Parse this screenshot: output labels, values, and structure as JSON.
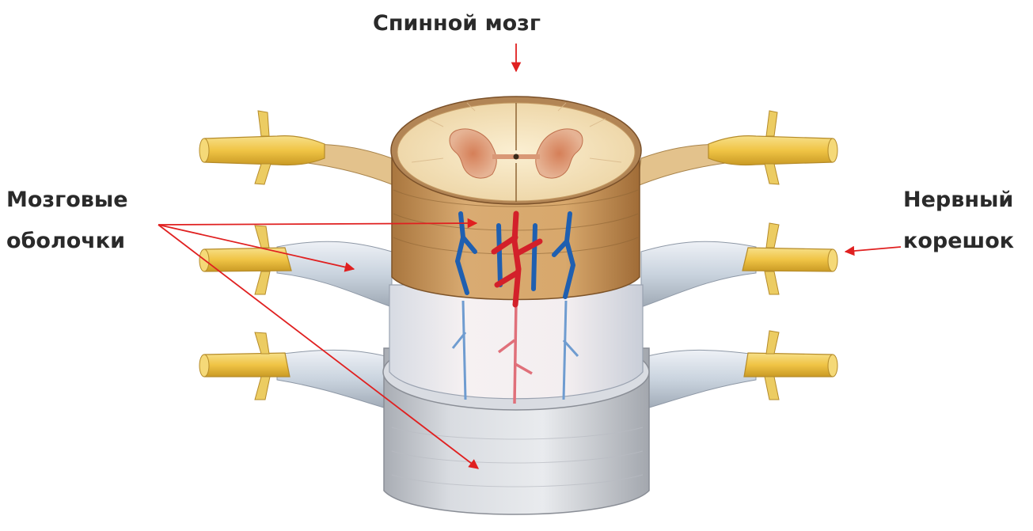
{
  "labels": {
    "spinal_cord": "Спинной мозг",
    "meninges_line1": "Мозговые",
    "meninges_line2": "оболочки",
    "nerve_root_line1": "Нервный",
    "nerve_root_line2": "корешок"
  },
  "colors": {
    "arrow": "#e02020",
    "nerve": "#f0cc55",
    "white_matter": "#f3dfb4",
    "gray_matter": "#d9956a",
    "pia_surface": "#c9935a",
    "arachnoid": "#eef0f5",
    "dura": "#cfd2d8",
    "vein": "#1f5fb0",
    "artery": "#d3202a"
  }
}
